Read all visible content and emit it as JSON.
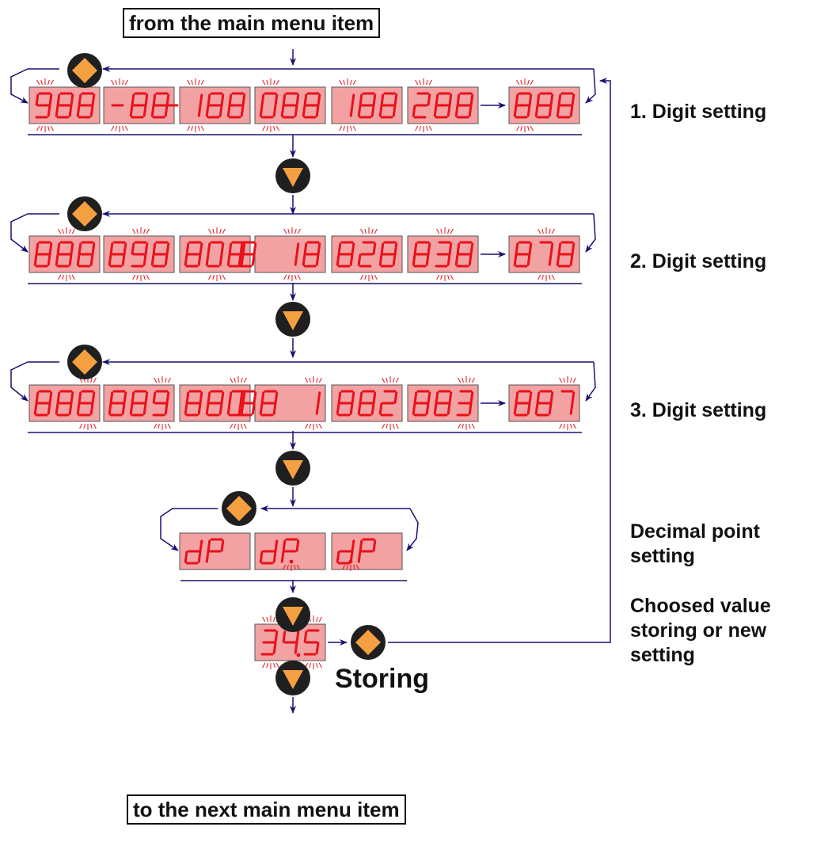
{
  "header": {
    "entry_label": "from the main menu item"
  },
  "footer": {
    "exit_label": "to the next main menu item"
  },
  "steps": [
    {
      "label": "1. Digit setting",
      "displays": [
        "988",
        "-88",
        "-188",
        "088",
        "188",
        "288",
        "888"
      ]
    },
    {
      "label": "2. Digit setting",
      "displays": [
        "888",
        "898",
        "808",
        "8 18",
        "828",
        "838",
        "878"
      ]
    },
    {
      "label": "3. Digit setting",
      "displays": [
        "888",
        "889",
        "880",
        "88 1",
        "882",
        "883",
        "887"
      ]
    },
    {
      "label": "Decimal point setting",
      "displays": [
        "dP",
        "dP",
        "dP"
      ]
    },
    {
      "label": "Choosed value storing or new setting",
      "displays": [
        "34.5"
      ]
    }
  ],
  "storing_label": "Storing",
  "colors": {
    "display_bg": "#f2a2a2",
    "segment": "#e8101b",
    "button_orange": "#f5a040",
    "button_dark": "#1f1f1f",
    "line": "#1a1070"
  },
  "icons": {
    "enter": "orange-diamond-enter-icon",
    "down": "orange-down-triangle-icon"
  }
}
